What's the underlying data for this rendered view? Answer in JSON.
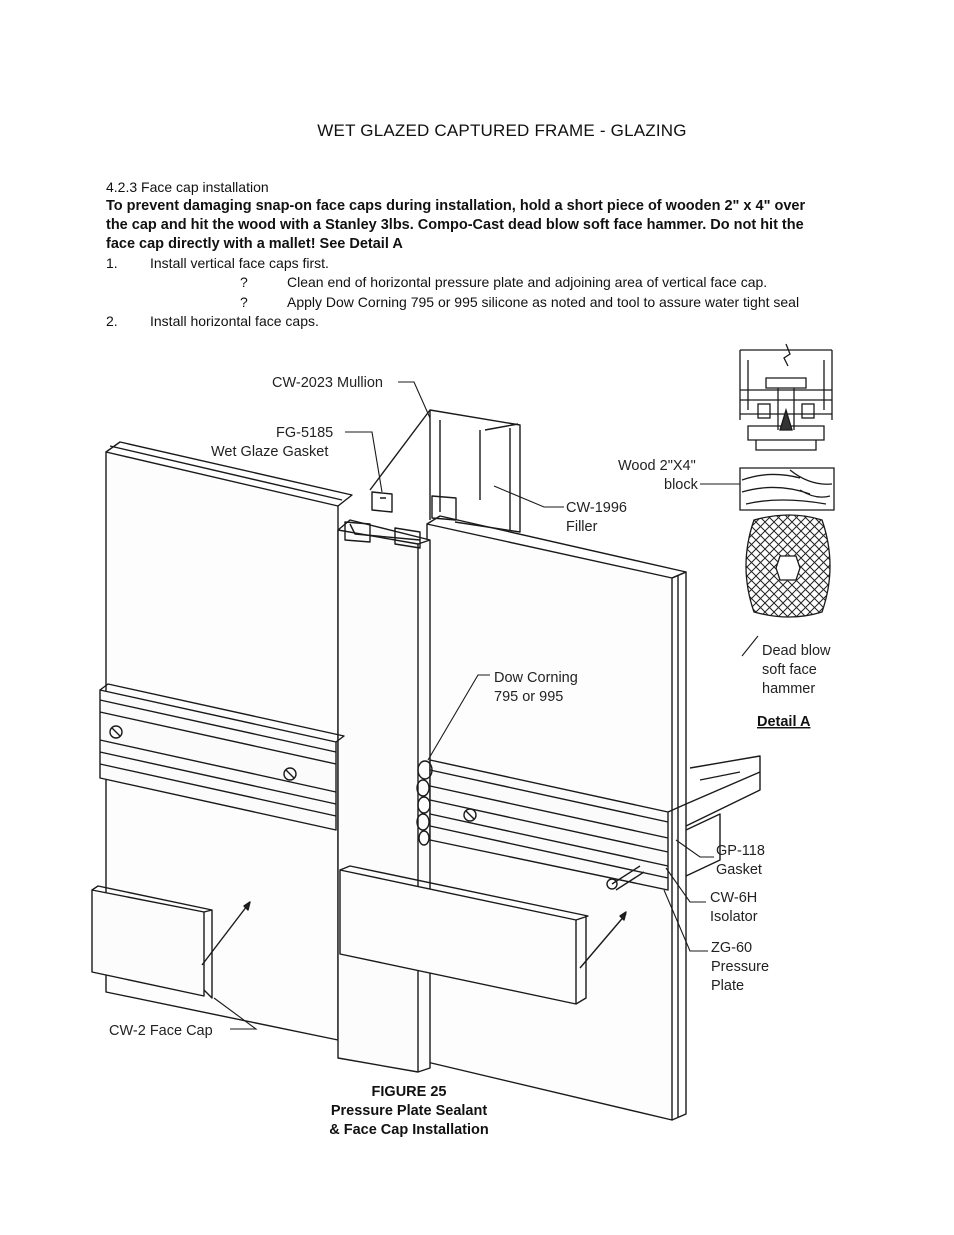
{
  "page_title": "WET GLAZED CAPTURED FRAME - GLAZING",
  "section": "4.2.3  Face cap installation",
  "warning_lines": [
    "To prevent damaging snap-on face caps during installation, hold a short piece of wooden 2\" x 4\" over",
    "the cap and hit the wood with a Stanley 3lbs. Compo-Cast dead blow soft face hammer. Do not hit the",
    "face cap directly with a mallet! See Detail A"
  ],
  "steps": [
    {
      "num": "1.",
      "text": "Install vertical face caps first."
    },
    {
      "num": "2.",
      "text": "Install horizontal face caps."
    }
  ],
  "substeps": [
    {
      "bullet": "?",
      "text": "Clean end of horizontal pressure plate and adjoining area of vertical face cap."
    },
    {
      "bullet": "?",
      "text": "Apply Dow Corning 795 or 995 silicone as noted and tool to assure water tight seal"
    }
  ],
  "labels": {
    "mullion": "CW-2023 Mullion",
    "gasket_1": "FG-5185",
    "gasket_2": "Wet Glaze Gasket",
    "filler_1": "CW-1996",
    "filler_2": "Filler",
    "wood_1": "Wood 2\"X4\"",
    "wood_2": "block",
    "hammer_1": "Dead blow",
    "hammer_2": "soft face",
    "hammer_3": "hammer",
    "detail": "Detail A",
    "dow_1": "Dow Corning",
    "dow_2": "795 or 995",
    "gp_1": "GP-118",
    "gp_2": "Gasket",
    "cw6h_1": "CW-6H",
    "cw6h_2": "Isolator",
    "zg_1": "ZG-60",
    "zg_2": "Pressure",
    "zg_3": "Plate",
    "facecap": "CW-2 Face Cap"
  },
  "caption": [
    "FIGURE 25",
    "Pressure Plate Sealant",
    "& Face Cap Installation"
  ]
}
